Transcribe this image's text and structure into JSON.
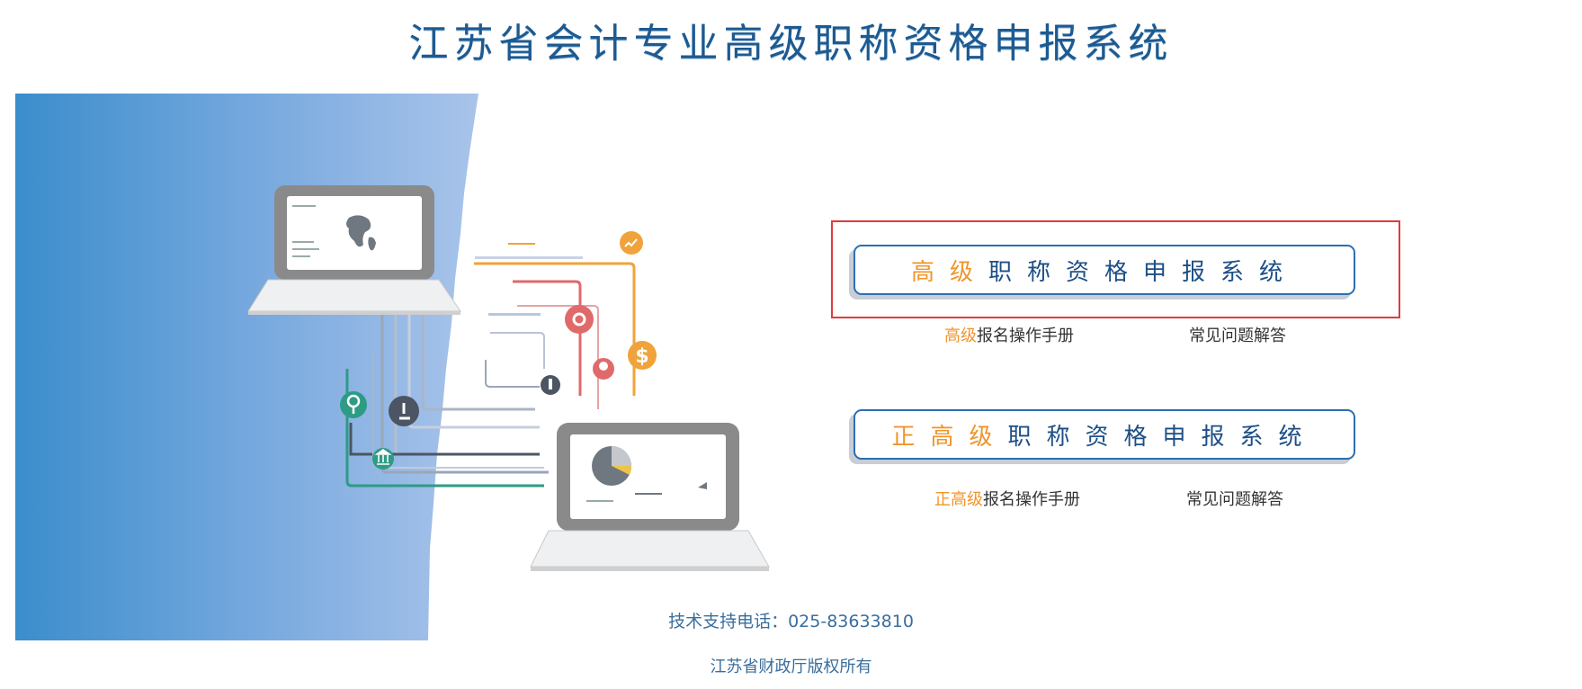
{
  "header": {
    "title": "江苏省会计专业高级职称资格申报系统"
  },
  "systems": [
    {
      "button_prefix": "高级",
      "button_suffix": "职称资格申报系统",
      "manual_prefix": "高级",
      "manual_suffix": "报名操作手册",
      "faq_label": "常见问题解答"
    },
    {
      "button_prefix": "正高级",
      "button_suffix": "职称资格申报系统",
      "manual_prefix": "正高级",
      "manual_suffix": "报名操作手册",
      "faq_label": "常见问题解答"
    }
  ],
  "footer": {
    "phone": "技术支持电话：025-83633810",
    "copyright": "江苏省财政厅版权所有"
  },
  "colors": {
    "title": "#1d5a91",
    "accent_orange": "#f0952b",
    "button_border": "#2a6fb4",
    "highlight_red": "#e23b3b",
    "panel_gradient_start": "#3b8dcc",
    "panel_gradient_end": "#a9c4ea"
  },
  "icons": [
    "globe-map-icon",
    "chart-icon",
    "gear-icon",
    "dollar-icon",
    "lightbulb-icon",
    "microscope-icon",
    "search-icon",
    "bank-icon",
    "thermometer-icon",
    "pie-chart-icon"
  ]
}
